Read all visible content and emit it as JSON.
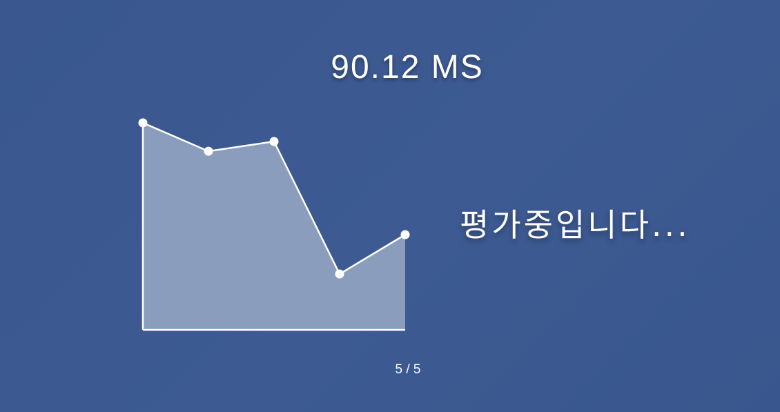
{
  "header": {
    "latency_text": "90.12 MS"
  },
  "status": {
    "message": "평가중입니다..."
  },
  "pager": {
    "text": "5 / 5"
  },
  "colors": {
    "background": "#3b5890",
    "area_fill": "#8a9dbc",
    "line": "#ffffff"
  },
  "chart_data": {
    "type": "area",
    "title": "",
    "xlabel": "",
    "ylabel": "",
    "x": [
      1,
      2,
      3,
      4,
      5
    ],
    "values": [
      100,
      86.3,
      91,
      27,
      46
    ],
    "ylim": [
      0,
      100
    ],
    "grid": false
  }
}
